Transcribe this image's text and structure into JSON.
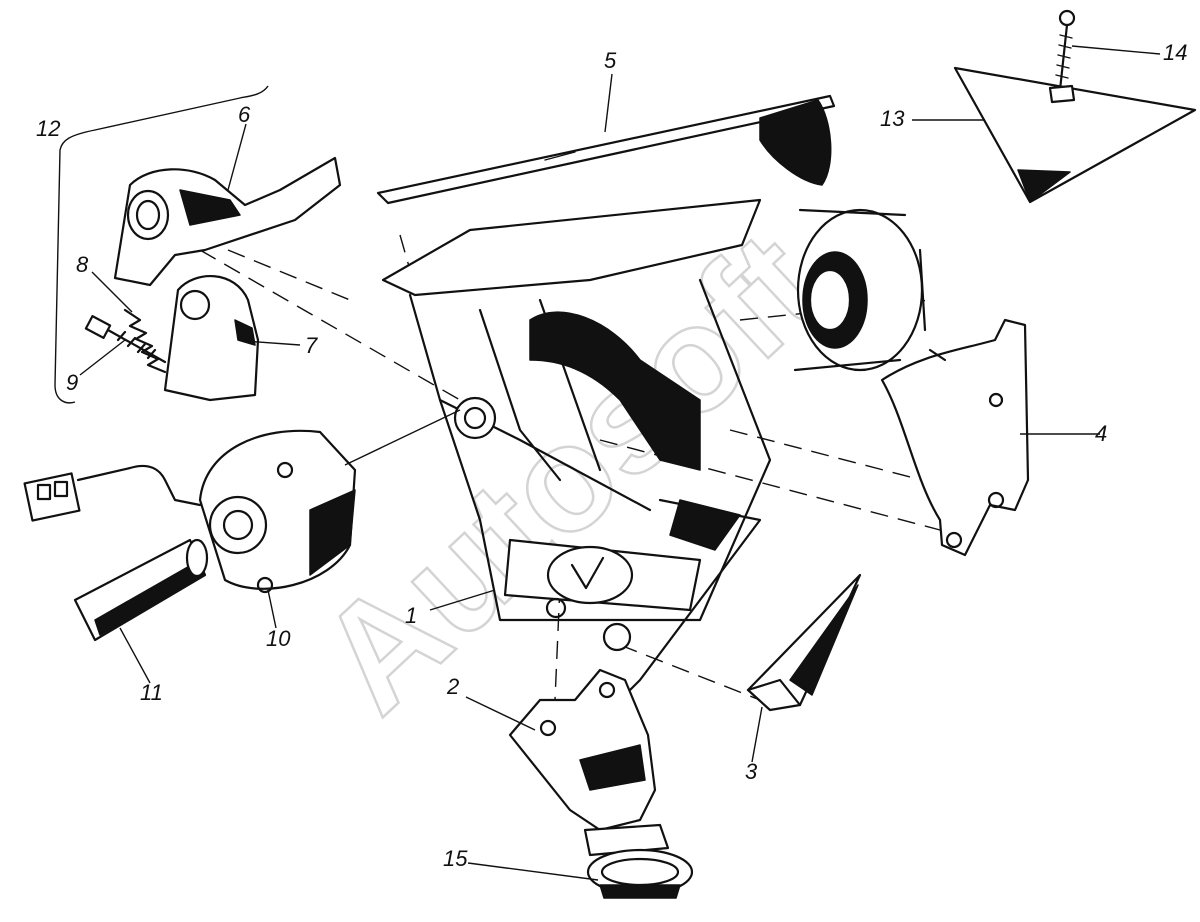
{
  "watermark": "Autosoft",
  "callouts": [
    {
      "id": "1",
      "label": "1"
    },
    {
      "id": "2",
      "label": "2"
    },
    {
      "id": "3",
      "label": "3"
    },
    {
      "id": "4",
      "label": "4"
    },
    {
      "id": "5",
      "label": "5"
    },
    {
      "id": "6",
      "label": "6"
    },
    {
      "id": "7",
      "label": "7"
    },
    {
      "id": "8",
      "label": "8"
    },
    {
      "id": "9",
      "label": "9"
    },
    {
      "id": "10",
      "label": "10"
    },
    {
      "id": "11",
      "label": "11"
    },
    {
      "id": "12",
      "label": "12"
    },
    {
      "id": "13",
      "label": "13"
    },
    {
      "id": "14",
      "label": "14"
    },
    {
      "id": "15",
      "label": "15"
    }
  ]
}
